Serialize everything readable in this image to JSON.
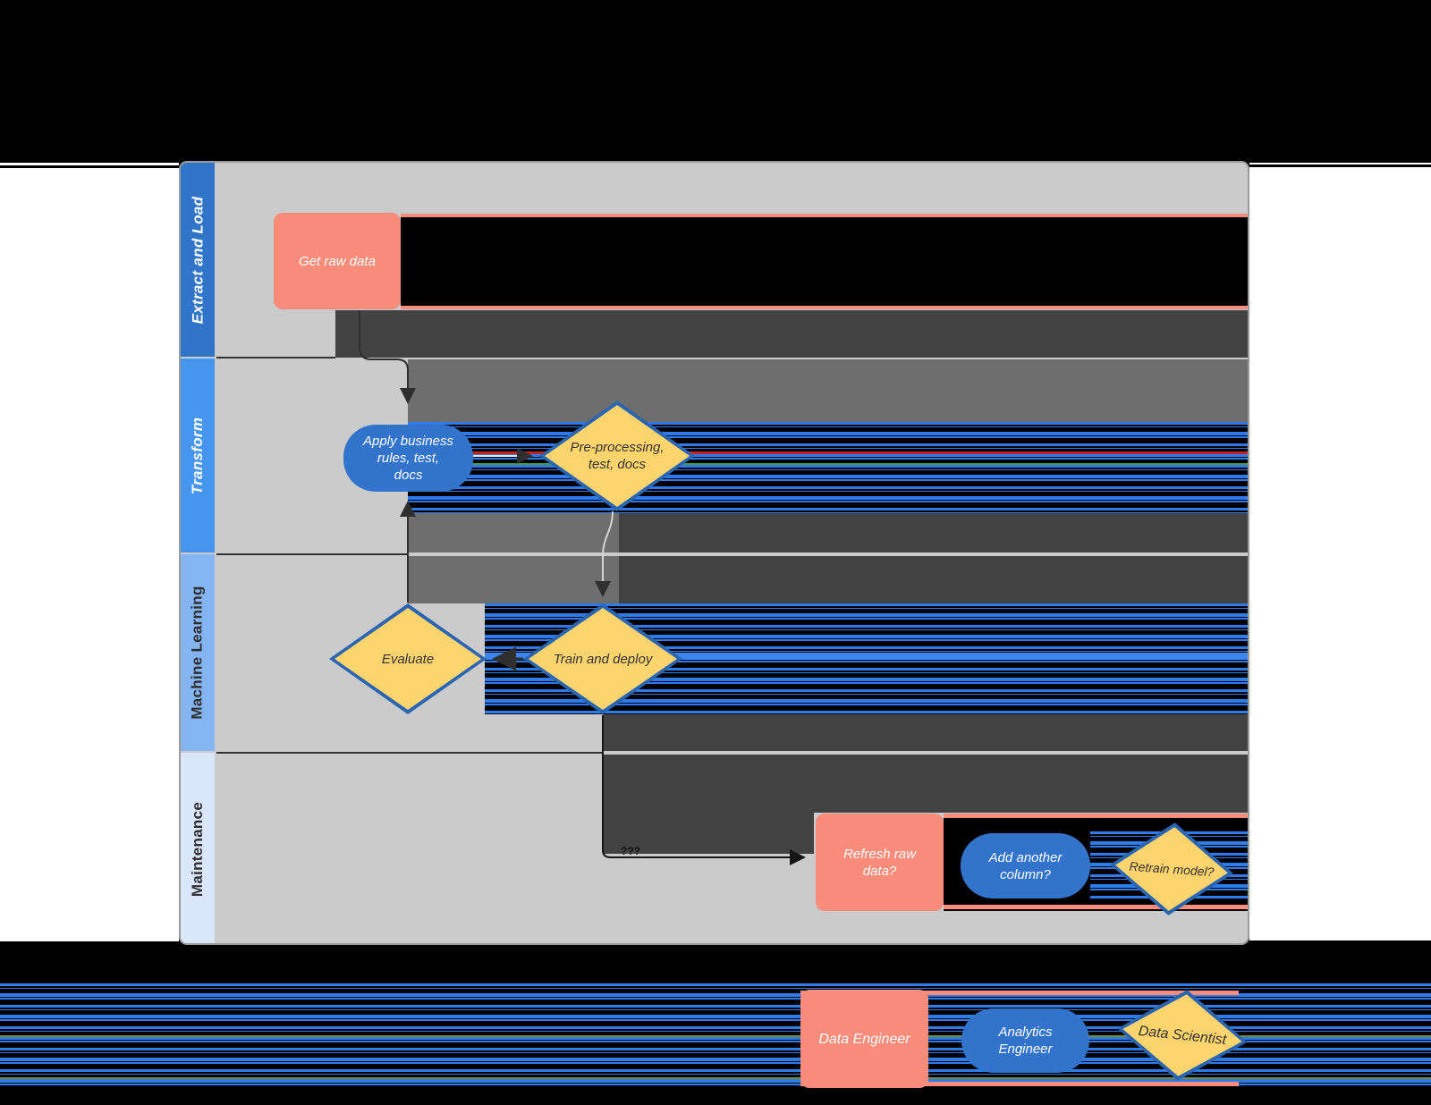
{
  "lanes": [
    {
      "label": "Extract and Load",
      "color": "#3075c9",
      "text_color": "#ffffff"
    },
    {
      "label": "Transform",
      "color": "#4696f0",
      "text_color": "#ffffff"
    },
    {
      "label": "Machine Learning",
      "color": "#85b4f2",
      "text_color": "#2e2e2e"
    },
    {
      "label": "Maintenance",
      "color": "#d9e6fb",
      "text_color": "#2e2e2e"
    }
  ],
  "nodes": {
    "get_raw_data": {
      "label": "Get raw data",
      "shape": "rounded-rectangle",
      "lane": "Extract and Load",
      "role": "Data Engineer"
    },
    "apply_rules": {
      "label": "Apply business\nrules, test,\ndocs",
      "shape": "pill",
      "lane": "Transform",
      "role": "Analytics Engineer"
    },
    "preprocessing": {
      "label": "Pre-processing,\ntest, docs",
      "shape": "diamond",
      "lane": "Transform",
      "role": "Data Scientist"
    },
    "evaluate": {
      "label": "Evaluate",
      "shape": "diamond",
      "lane": "Machine Learning",
      "role": "Data Scientist"
    },
    "train_deploy": {
      "label": "Train and deploy",
      "shape": "diamond",
      "lane": "Machine Learning",
      "role": "Data Scientist"
    },
    "refresh_raw_data": {
      "label": "Refresh raw\ndata?",
      "shape": "rounded-rectangle",
      "lane": "Maintenance",
      "role": "Data Engineer"
    },
    "add_column": {
      "label": "Add another\ncolumn?",
      "shape": "pill",
      "lane": "Maintenance",
      "role": "Analytics Engineer"
    },
    "retrain_model": {
      "label": "Retrain model?",
      "shape": "diamond",
      "lane": "Maintenance",
      "role": "Data Scientist"
    }
  },
  "connectors": {
    "maintenance_label": "???"
  },
  "legend": {
    "data_engineer": "Data Engineer",
    "analytics_engineer": "Analytics\nEngineer",
    "data_scientist": "Data Scientist"
  },
  "colors": {
    "process_fill": "#f98c7b",
    "pill_fill": "#3274cc",
    "diamond_fill": "#fcd46e",
    "diamond_border": "#2a65b2",
    "lane_body": "#cbcbcb",
    "glitch_dark": "#424242",
    "glitch_medium": "#6e6e6e",
    "glitch_stripe_blue": "#2d7bed",
    "glitch_stripe_red": "#c0241f",
    "glitch_stripe_green": "#7a8b2a",
    "background": "#000000",
    "page_margin": "#ffffff"
  }
}
